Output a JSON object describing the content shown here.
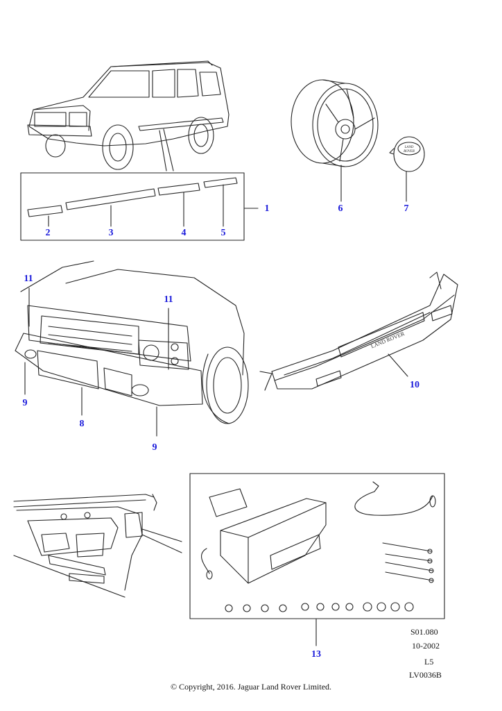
{
  "callouts": {
    "c1": "1",
    "c2": "2",
    "c3": "3",
    "c4": "4",
    "c5": "5",
    "c6": "6",
    "c7": "7",
    "c8": "8",
    "c9a": "9",
    "c9b": "9",
    "c10": "10",
    "c11a": "11",
    "c11b": "11",
    "c13": "13"
  },
  "wheel_cap_logo": {
    "line1": "LAND",
    "line2": "ROVER"
  },
  "bumper_lettering": "LAND ROVER",
  "reference": {
    "code": "S01.080",
    "date": "10-2002",
    "level": "L5",
    "drawing": "LV0036B"
  },
  "copyright": "© Copyright, 2016. Jaguar Land Rover Limited.",
  "colors": {
    "callout": "#1a1adb",
    "line": "#222222"
  }
}
